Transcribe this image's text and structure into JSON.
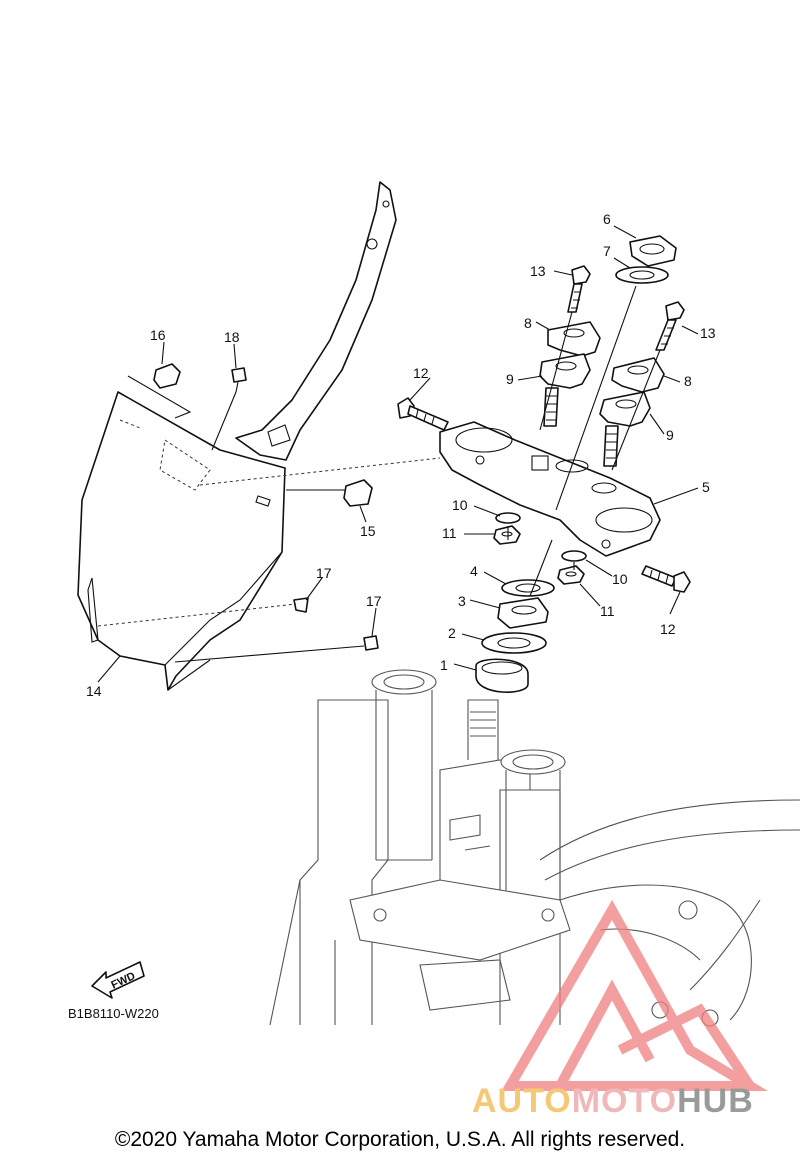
{
  "diagram": {
    "drawing_code": "B1B8110-W220",
    "fwd_label": "FWD",
    "callouts": [
      "1",
      "2",
      "3",
      "4",
      "5",
      "6",
      "7",
      "8",
      "8",
      "9",
      "9",
      "10",
      "10",
      "11",
      "11",
      "12",
      "12",
      "13",
      "13",
      "14",
      "15",
      "16",
      "17",
      "17",
      "18"
    ]
  },
  "watermark": {
    "part_a": "AUTO",
    "part_b": "MOTO",
    "part_c": "HUB",
    "colors": {
      "auto": "#f5c878",
      "moto": "#f0b8b8",
      "hub": "#9a9a9a",
      "logo": "#f08080"
    }
  },
  "footer": {
    "copyright": "©2020 Yamaha Motor Corporation, U.S.A. All rights reserved."
  }
}
